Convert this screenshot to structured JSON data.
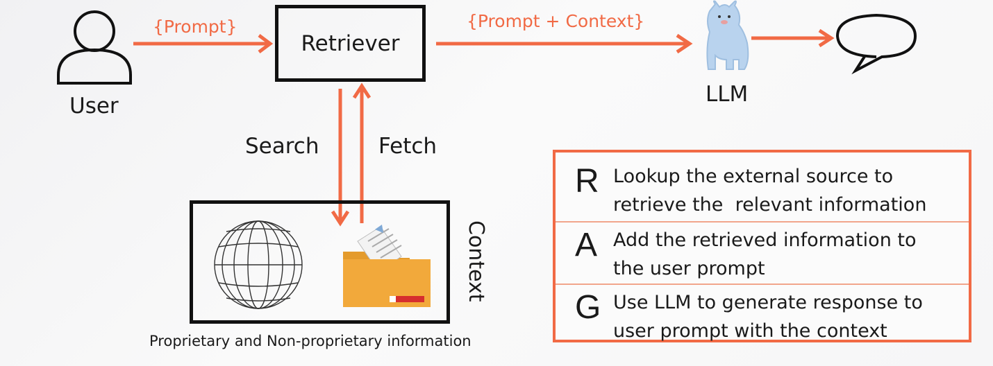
{
  "diagram": {
    "nodes": {
      "user": "User",
      "retriever": "Retriever",
      "llm": "LLM",
      "context": "Context"
    },
    "edges": {
      "prompt": "{Prompt}",
      "prompt_context_open": "{Prompt ",
      "prompt_context_plus": "+",
      "prompt_context_close": " Context}",
      "search": "Search",
      "fetch": "Fetch"
    },
    "caption": "Proprietary and Non-proprietary information",
    "rag": [
      {
        "letter": "R",
        "line1": "Lookup the external source to",
        "line2": "retrieve the  relevant information"
      },
      {
        "letter": "A",
        "line1": "Add the retrieved information to",
        "line2": "the user prompt"
      },
      {
        "letter": "G",
        "line1": "Use LLM to generate response to",
        "line2": "user prompt with the context"
      }
    ],
    "colors": {
      "accent": "#f16a45",
      "box": "#111111",
      "folder": "#f2a93b",
      "llama": "#b9d3ee"
    },
    "icons": [
      "user-icon",
      "globe-icon",
      "folder-icon",
      "llama-icon",
      "speech-bubble-icon"
    ]
  }
}
